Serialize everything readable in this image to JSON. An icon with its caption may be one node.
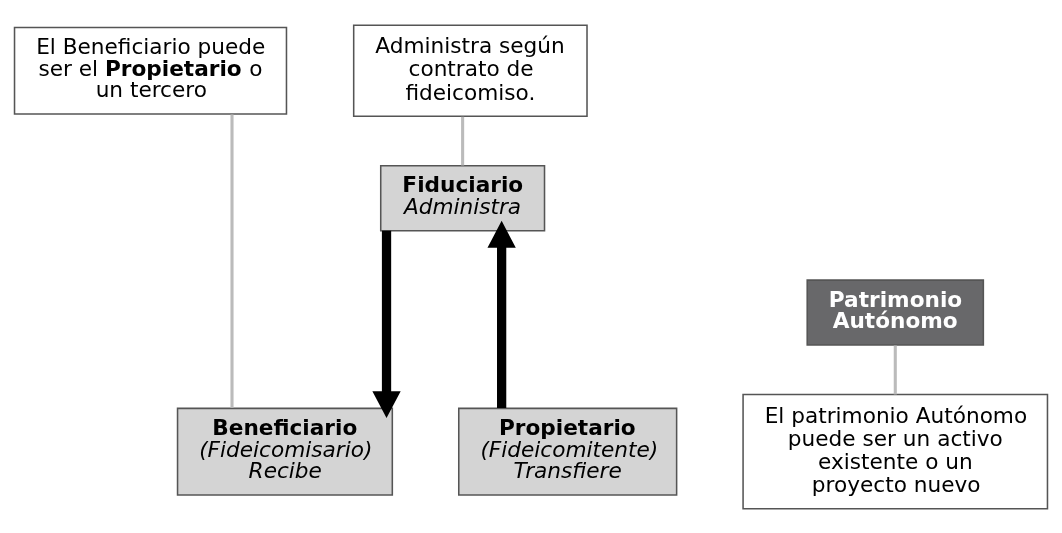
{
  "diagram": {
    "nodes": [
      {
        "text": [
          "Administra según contrato de fideicomiso."
        ]
      },
      {
        "text": [
          "Fiduciario",
          "Administra"
        ]
      },
      {
        "text": [
          "El Beneficiario puede ser el **Propietario** o un tercero"
        ]
      },
      {
        "text": [
          "Patrimonio Autónomo"
        ]
      },
      {
        "text": [
          "Propietario",
          "(Fideicomitente)",
          "Transfiere"
        ]
      },
      {
        "text": [
          "El patrimonio Autónomo puede ser un activo existente o un proyecto nuevo"
        ]
      },
      {
        "text": [
          "Beneficiario",
          "(Fideicomisario)",
          "Recibe"
        ]
      }
    ],
    "edges": [
      {
        "from": 0,
        "to": 1,
        "arrow": "none"
      },
      {
        "from": 4,
        "to": 1,
        "arrow": "to",
        "style": "thick",
        "color": "#000000"
      },
      {
        "from": 1,
        "to": 6,
        "arrow": "to",
        "style": "thick",
        "color": "#000000"
      },
      {
        "from": 2,
        "to": 6,
        "arrow": "none"
      },
      {
        "from": 3,
        "to": 5,
        "arrow": "none"
      }
    ]
  }
}
